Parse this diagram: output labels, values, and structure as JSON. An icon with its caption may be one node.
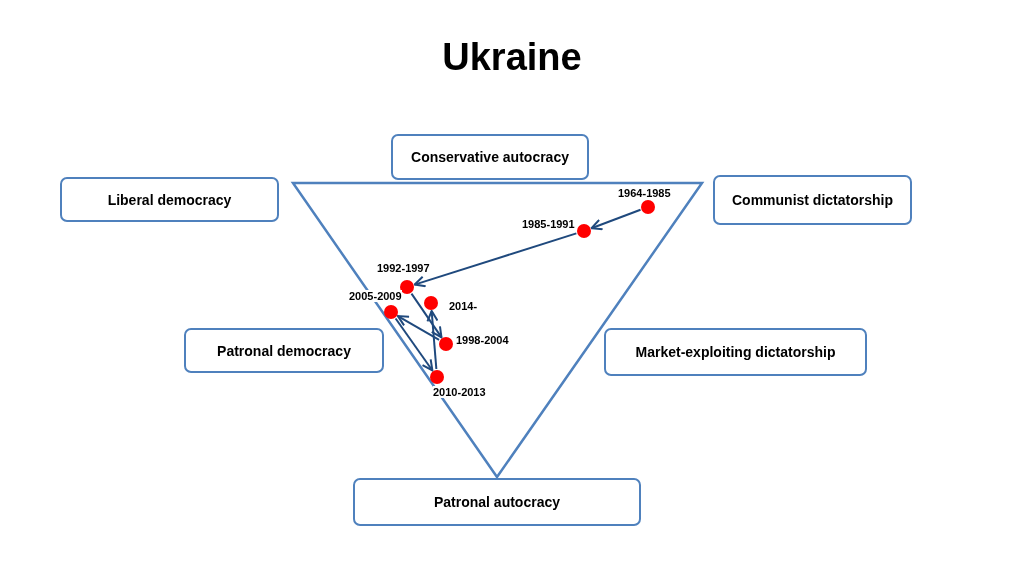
{
  "diagram": {
    "title": "Ukraine",
    "nodes": [
      {
        "text": [
          "Conservative autocracy"
        ]
      },
      {
        "text": [
          "Liberal democracy"
        ]
      },
      {
        "text": [
          "Communist dictatorship"
        ]
      },
      {
        "text": [
          "Patronal democracy"
        ]
      },
      {
        "text": [
          "Market-exploiting dictatorship"
        ]
      },
      {
        "text": [
          "Patronal autocracy"
        ]
      },
      {
        "text": [],
        "shape": "circle",
        "beside": [
          "1964-1985"
        ]
      },
      {
        "text": [],
        "shape": "circle",
        "beside": [
          "1985-1991"
        ]
      },
      {
        "text": [],
        "shape": "circle",
        "beside": [
          "1992-1997"
        ]
      },
      {
        "text": [],
        "shape": "circle",
        "beside": [
          "2014-"
        ]
      },
      {
        "text": [],
        "shape": "circle",
        "beside": [
          "2005-2009"
        ]
      },
      {
        "text": [],
        "shape": "circle",
        "beside": [
          "1998-2004"
        ]
      },
      {
        "text": [],
        "shape": "circle",
        "beside": [
          "2010-2013"
        ]
      }
    ],
    "edges": [
      {
        "from": 6,
        "to": 7,
        "arrow": "to"
      },
      {
        "from": 7,
        "to": 8,
        "arrow": "to"
      },
      {
        "from": 8,
        "to": 11,
        "arrow": "to"
      },
      {
        "from": 11,
        "to": 10,
        "arrow": "to"
      },
      {
        "from": 10,
        "to": 12,
        "arrow": "to"
      },
      {
        "from": 12,
        "to": 9,
        "arrow": "to"
      }
    ]
  }
}
